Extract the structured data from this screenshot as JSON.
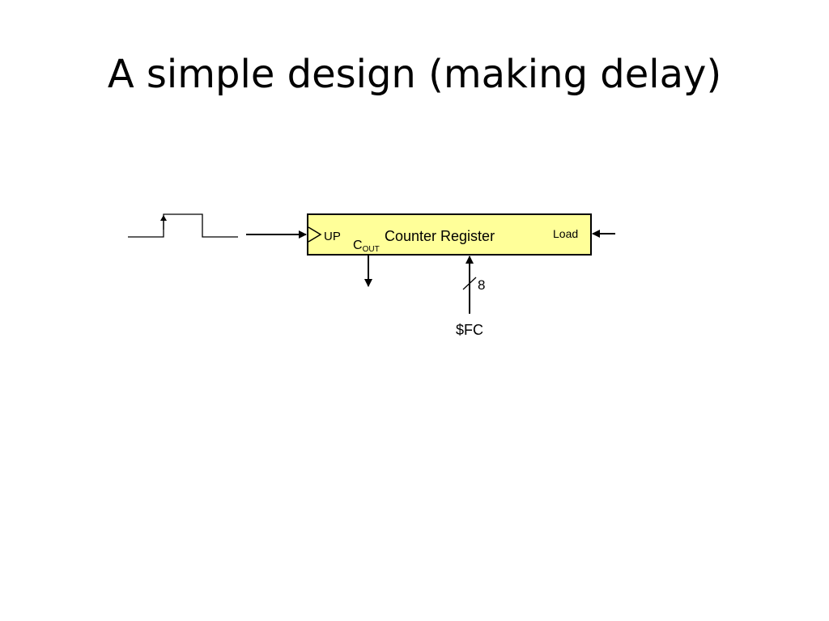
{
  "slide": {
    "title": "A simple design (making delay)"
  },
  "diagram": {
    "block_label": "Counter Register",
    "up_label": "UP",
    "cout_label_main": "C",
    "cout_label_sub": "OUT",
    "load_label": "Load",
    "bus_width_label": "8",
    "input_value_label": "$FC"
  },
  "colors": {
    "block_fill": "#ffff99",
    "line": "#000000"
  }
}
